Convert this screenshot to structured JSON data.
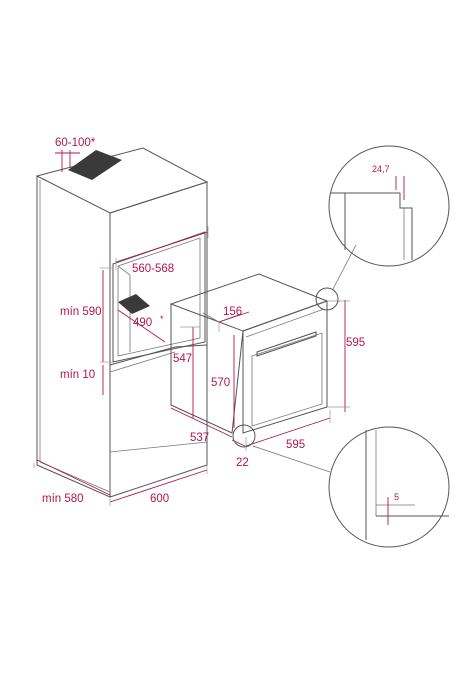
{
  "labels": {
    "vent_top": "60-100*",
    "niche_width": "560-568",
    "niche_height": "mín 590",
    "niche_depth": "490",
    "niche_depth_star": "*",
    "base_height": "mín 10",
    "cabinet_depth": "mín 580",
    "cabinet_width": "600",
    "oven_height": "595",
    "oven_inner_height": "570",
    "oven_body_height": "547",
    "oven_offset": "156",
    "oven_depth": "537",
    "front_depth": "22",
    "oven_width": "595",
    "detail_top": "24,7",
    "detail_bottom": "5"
  },
  "colors": {
    "dimension": "#b0174e",
    "outline": "#555555",
    "vent": "#3a3a3a"
  }
}
